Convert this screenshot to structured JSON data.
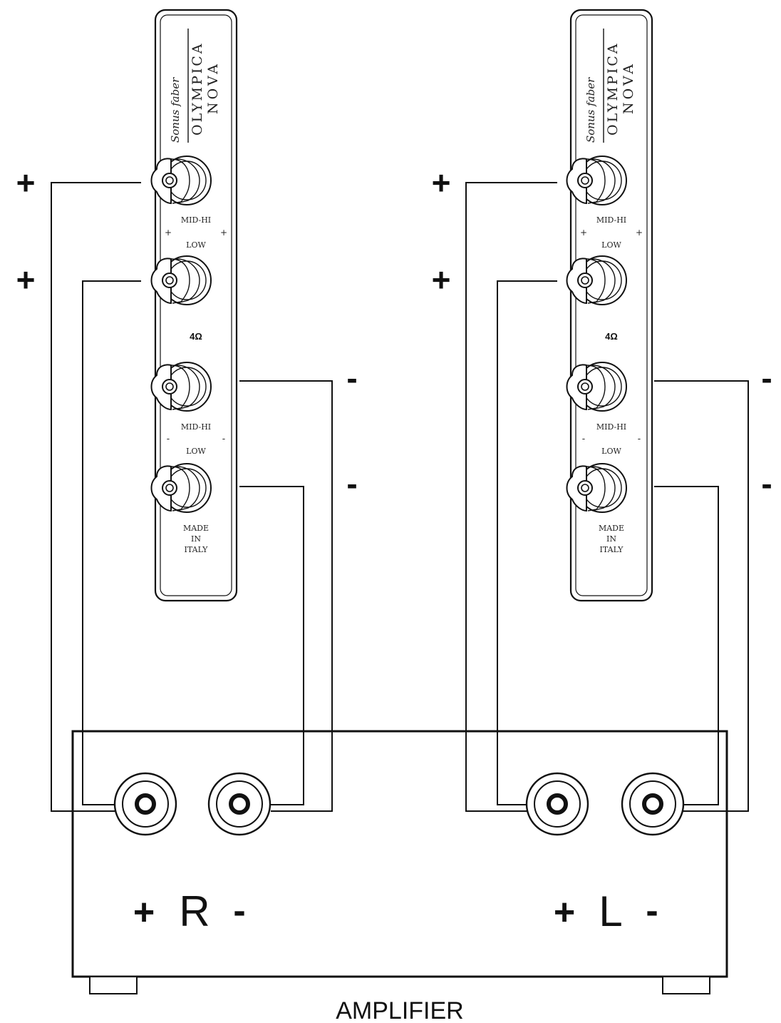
{
  "speakers": [
    {
      "brand": "Sonus faber",
      "model_line1": "OLYMPICA",
      "model_line2": "NOVA",
      "label_mid_hi_top": "MID-HI",
      "label_low_top": "LOW",
      "label_plus": "+",
      "impedance": "4Ω",
      "label_mid_hi_bottom": "MID-HI",
      "label_low_bottom": "LOW",
      "label_minus": "-",
      "made_in_line1": "MADE",
      "made_in_line2": "IN",
      "made_in_line3": "ITALY"
    },
    {
      "brand": "Sonus faber",
      "model_line1": "OLYMPICA",
      "model_line2": "NOVA",
      "label_mid_hi_top": "MID-HI",
      "label_low_top": "LOW",
      "label_plus": "+",
      "impedance": "4Ω",
      "label_mid_hi_bottom": "MID-HI",
      "label_low_bottom": "LOW",
      "label_minus": "-",
      "made_in_line1": "MADE",
      "made_in_line2": "IN",
      "made_in_line3": "ITALY"
    }
  ],
  "wire_signs": {
    "plus": "+",
    "minus": "-"
  },
  "amplifier": {
    "title": "AMPLIFIER",
    "right_channel": {
      "plus": "+",
      "letter": "R",
      "minus": "-"
    },
    "left_channel": {
      "plus": "+",
      "letter": "L",
      "minus": "-"
    }
  }
}
